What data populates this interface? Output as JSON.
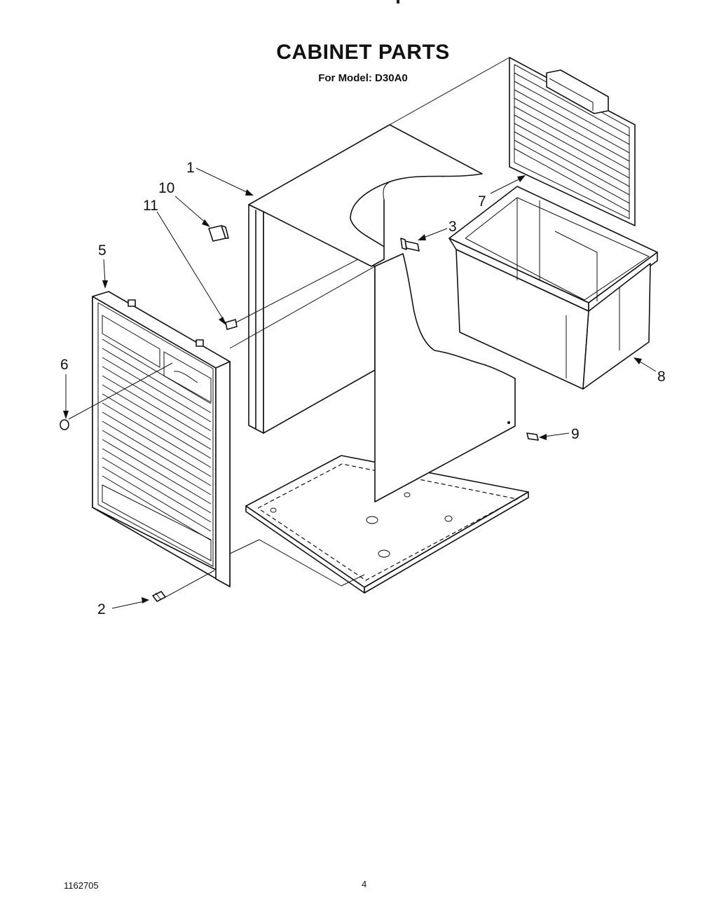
{
  "header": {
    "title": "CABINET PARTS",
    "subtitle": "For Model: D30A0"
  },
  "callouts": {
    "c1": "1",
    "c2": "2",
    "c3": "3",
    "c5": "5",
    "c6": "6",
    "c7": "7",
    "c8": "8",
    "c9": "9",
    "c10": "10",
    "c11": "11"
  },
  "footer": {
    "doc_number": "1162705",
    "page_number": "4"
  }
}
